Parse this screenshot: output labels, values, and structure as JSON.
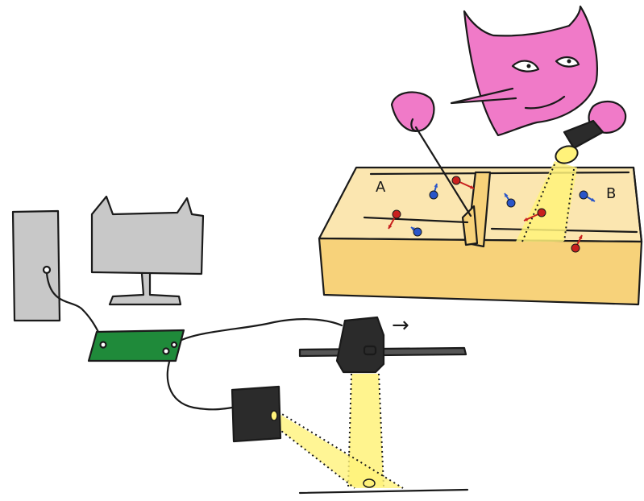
{
  "diagram": {
    "box_labels": {
      "left": "A",
      "right": "B"
    },
    "motion_arrow": "→",
    "colors": {
      "demon": "#f07ac8",
      "box": "#f7d27a",
      "box_inner": "#fbe6b0",
      "light_beam": "#fff27a",
      "computer": "#c8c8c8",
      "circuit_board": "#1f8a3a",
      "sensor": "#2b2b2b",
      "hot_particle": "#c8201e",
      "cold_particle": "#2a55c8",
      "ink": "#1a1a1a"
    },
    "particles": {
      "chamber_a": {
        "hot": 2,
        "cold": 2
      },
      "chamber_b": {
        "hot": 2,
        "cold": 2
      }
    }
  }
}
